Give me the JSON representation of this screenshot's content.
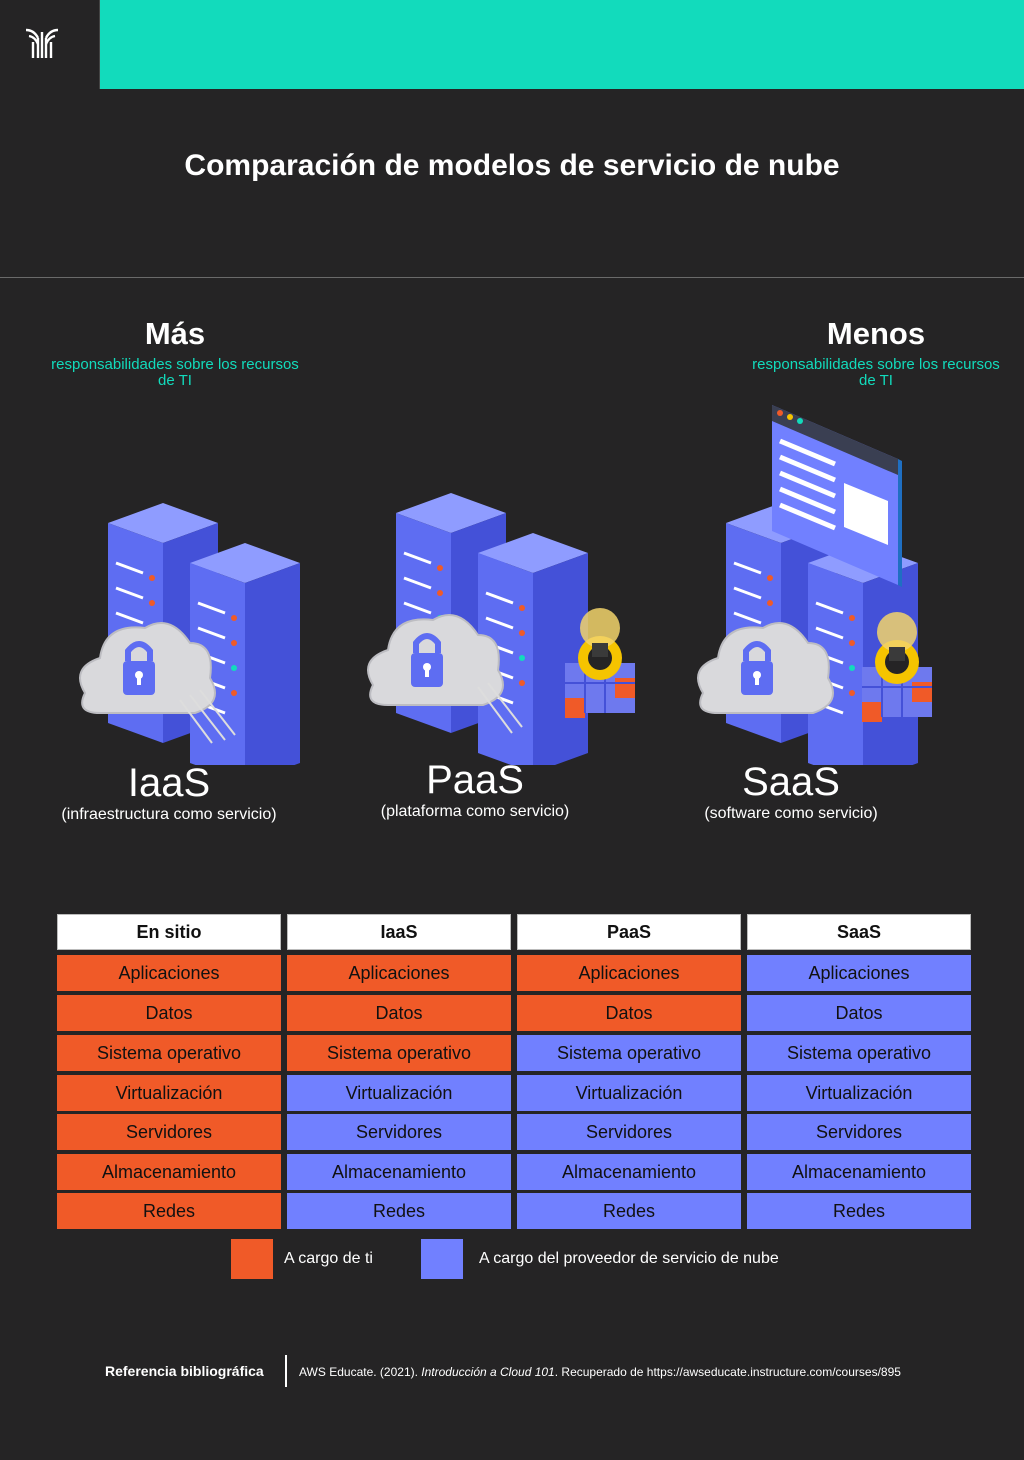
{
  "title": "Comparación de modelos de servicio de nube",
  "scale": {
    "more_label": "Más",
    "less_label": "Menos",
    "caption": "responsabilidades sobre los recursos de TI"
  },
  "models": [
    {
      "name": "IaaS",
      "subtitle": "(infraestructura como servicio)"
    },
    {
      "name": "PaaS",
      "subtitle": "(plataforma como servicio)"
    },
    {
      "name": "SaaS",
      "subtitle": "(software como servicio)"
    }
  ],
  "table": {
    "columns": [
      "En sitio",
      "IaaS",
      "PaaS",
      "SaaS"
    ],
    "rows": [
      "Aplicaciones",
      "Datos",
      "Sistema operativo",
      "Virtualización",
      "Servidores",
      "Almacenamiento",
      "Redes"
    ],
    "user_managed_rows_per_column": [
      7,
      3,
      2,
      0
    ]
  },
  "legend": {
    "user": "A cargo de ti",
    "provider": "A cargo del proveedor de servicio de nube"
  },
  "colors": {
    "user": "#f05a28",
    "provider": "#7180ff",
    "accent": "#12dbbc",
    "background": "#252425"
  },
  "reference": {
    "label": "Referencia bibliográfica",
    "text_plain": "AWS Educate. (2021).",
    "text_italic": "Introducción a Cloud 101",
    "text_end": ". Recuperado de https://awseducate.instructure.com/courses/895"
  }
}
